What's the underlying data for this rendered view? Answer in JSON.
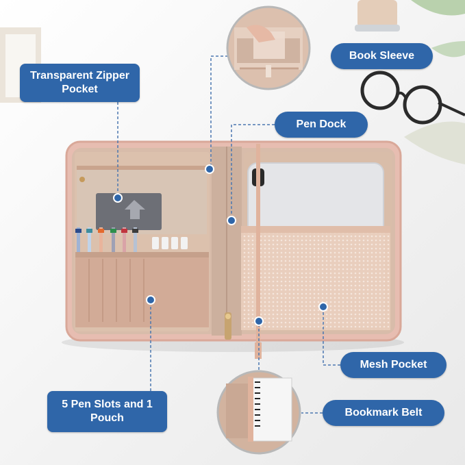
{
  "callouts": {
    "transparent_zipper_pocket": "Transparent Zipper Pocket",
    "book_sleeve": "Book Sleeve",
    "pen_dock": "Pen Dock",
    "mesh_pocket": "Mesh Pocket",
    "pen_slots": "5 Pen Slots and 1 Pouch",
    "bookmark_belt": "Bookmark Belt"
  },
  "colors": {
    "callout_bg": "#2f66a9",
    "case_pink": "#e8c3b8",
    "lining": "#d9bba9",
    "marker": "#2f66a9"
  }
}
